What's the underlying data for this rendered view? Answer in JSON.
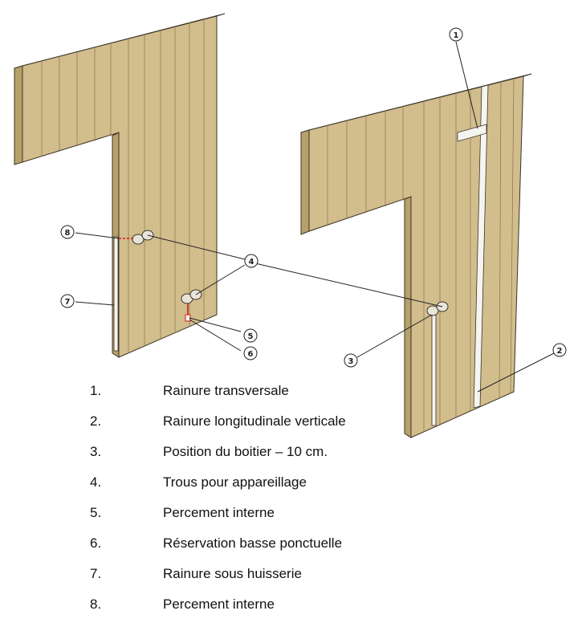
{
  "colors": {
    "wood": "#d2bd8d",
    "wood_edge": "#b8a06a",
    "grain": "#8a7448",
    "outline": "#3a3326",
    "groove": "#f4f4f0",
    "red_mark": "#d01818"
  },
  "callouts": [
    "1",
    "2",
    "3",
    "4",
    "5",
    "6",
    "7",
    "8"
  ],
  "legend": [
    {
      "num": "1.",
      "text": "Rainure transversale"
    },
    {
      "num": "2.",
      "text": "Rainure longitudinale verticale"
    },
    {
      "num": "3.",
      "text": "Position du boitier – 10 cm."
    },
    {
      "num": "4.",
      "text": "Trous pour appareillage"
    },
    {
      "num": "5.",
      "text": "Percement interne"
    },
    {
      "num": "6.",
      "text": "Réservation basse ponctuelle"
    },
    {
      "num": "7.",
      "text": "Rainure sous huisserie"
    },
    {
      "num": "8.",
      "text": "Percement interne"
    }
  ]
}
